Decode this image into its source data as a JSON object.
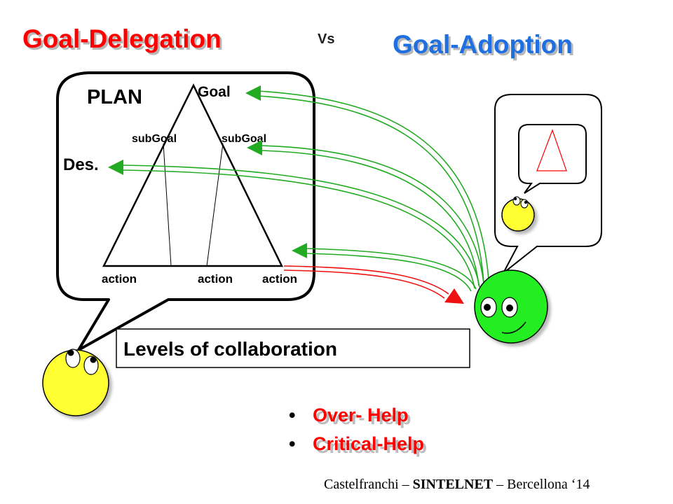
{
  "title_left": "Goal-Delegation",
  "title_vs": "Vs",
  "title_right": "Goal-Adoption",
  "plan": {
    "label": "PLAN",
    "goal": "Goal",
    "subgoal_1": "subGoal",
    "subgoal_2": "subGoal",
    "des": "Des.",
    "action_1": "action",
    "action_2": "action",
    "action_3": "action"
  },
  "levels_box": "Levels of collaboration",
  "bullets": [
    "Over- Help",
    "Critical-Help"
  ],
  "bullet_symbol": "•",
  "footer": {
    "author": "Castelfranchi – ",
    "org": "SINTELNET",
    "rest": " – Bercellona ‘14"
  },
  "colors": {
    "delegation": "#ff0000",
    "adoption": "#1f6fe0",
    "green_arrow": "#22aa22",
    "red_arrow": "#ee1111",
    "agent_yellow": "#ffff33",
    "agent_green": "#22ee22"
  }
}
